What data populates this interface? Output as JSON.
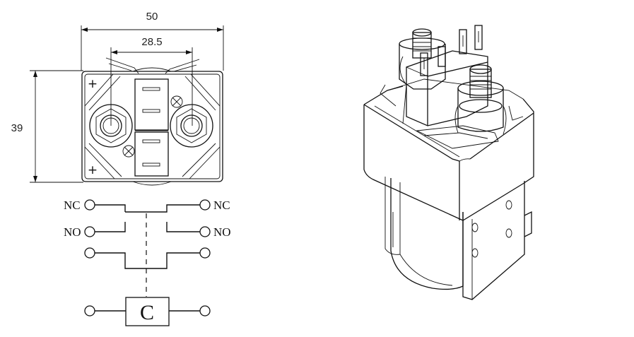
{
  "dimensions": {
    "width_label": "50",
    "terminal_spacing_label": "28.5",
    "height_label": "39"
  },
  "front_view": {
    "polarity_top": "+",
    "polarity_bottom": "+"
  },
  "schematic": {
    "nc_left": "NC",
    "nc_right": "NC",
    "no_left": "NO",
    "no_right": "NO",
    "coil_label": "C"
  },
  "icons": {
    "front_view": "contactor-front-view-drawing",
    "isometric_view": "contactor-isometric-drawing",
    "terminal": "open-circle-terminal-icon"
  }
}
